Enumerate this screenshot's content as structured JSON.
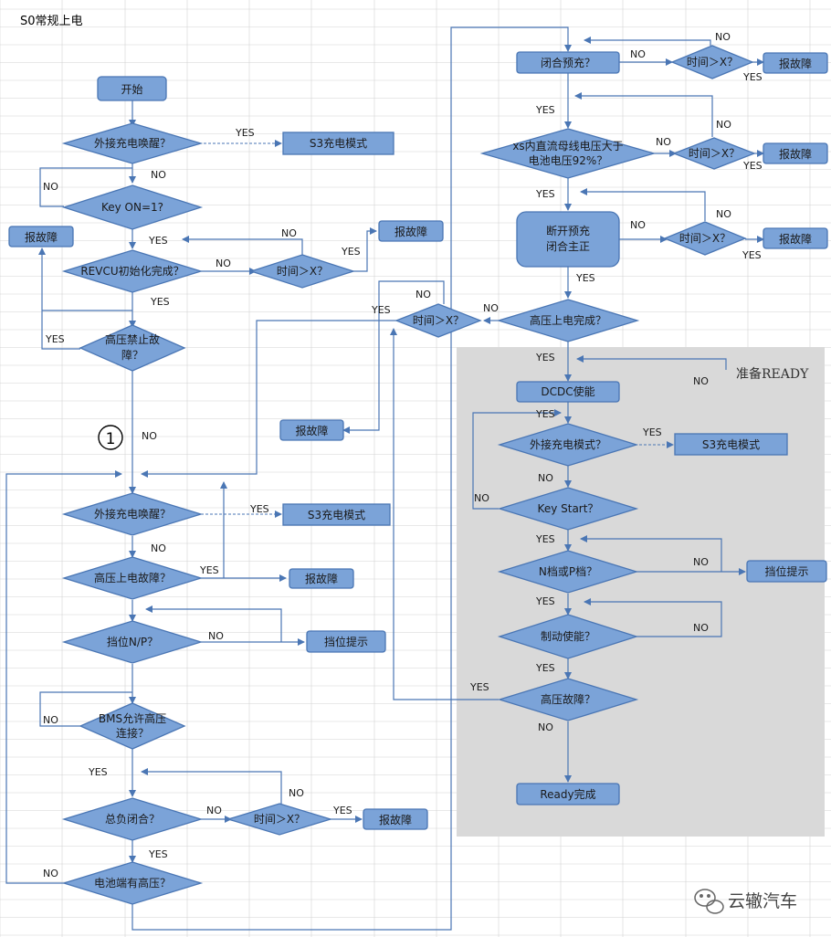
{
  "title": "S0常规上电",
  "ready_label": "准备READY",
  "circle_label": "①",
  "watermark": "云辙汽车",
  "nodes": {
    "start": "开始",
    "wake1": "外接充电唤醒？",
    "s3_1": "S3充电模式",
    "keyon": "Key ON=1?",
    "fault_left": "报故障",
    "revcu": "REVCU初始化完成？",
    "time_revcu": "时间＞X？",
    "fault_revcu": "报故障",
    "hvforbid": [
      "高压禁止故",
      "障？"
    ],
    "wake2": "外接充电唤醒？",
    "s3_2": "S3充电模式",
    "hvfault": "高压上电故障？",
    "fault_hv": "报故障",
    "gear": "挡位N/P？",
    "gear_tip": "挡位提示",
    "bms": [
      "BMS允许高压",
      "连接？"
    ],
    "neg": "总负闭合？",
    "time_neg": "时间＞X？",
    "fault_neg": "报故障",
    "batt": "电池端有高压？",
    "precharge": "闭合预充？",
    "time_pre": "时间＞X？",
    "fault_pre": "报故障",
    "xs": [
      "xs内直流母线电压大于",
      "电池电压92%？"
    ],
    "time_xs": "时间＞X？",
    "fault_xs": "报故障",
    "disconnect": [
      "断开预充",
      "闭合主正"
    ],
    "time_dis": "时间＞X？",
    "fault_dis": "报故障",
    "hvdone": "高压上电完成？",
    "time_hv": "时间＞X？",
    "fault_mid": "报故障",
    "dcdc": "DCDC使能",
    "wake3": "外接充电模式？",
    "s3_3": "S3充电模式",
    "keystart": "Key Start？",
    "np": "N档或P档？",
    "gear_tip2": "挡位提示",
    "brake": "制动使能？",
    "hvfault2": "高压故障？",
    "readydone": "Ready完成"
  },
  "labels": {
    "yes": "YES",
    "no": "NO"
  },
  "colors": {
    "node_fill": "#7ba3d8",
    "node_stroke": "#4a76b4",
    "ready_bg": "#d9d9d9",
    "grid": "#d4d4d4"
  }
}
